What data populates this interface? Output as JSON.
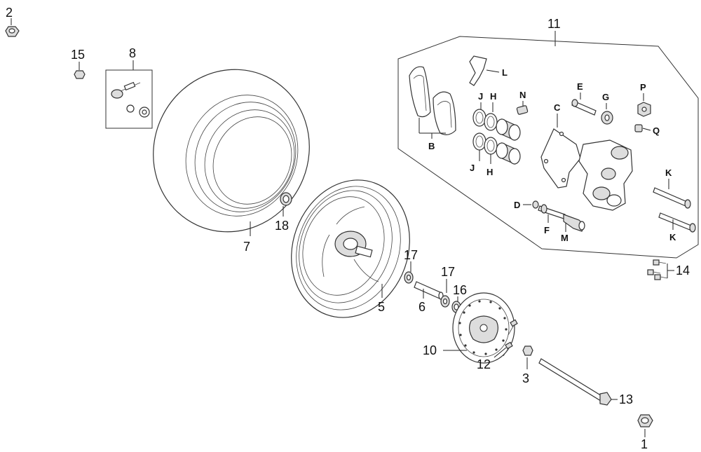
{
  "callouts": {
    "n1": "1",
    "n2": "2",
    "n3": "3",
    "n5": "5",
    "n6": "6",
    "n7": "7",
    "n8": "8",
    "n10": "10",
    "n11": "11",
    "n12": "12",
    "n13": "13",
    "n14": "14",
    "n15": "15",
    "n16": "16",
    "n17a": "17",
    "n17b": "17",
    "n18": "18"
  },
  "sub_labels": {
    "B": "B",
    "C": "C",
    "D": "D",
    "E": "E",
    "F": "F",
    "G": "G",
    "H1": "H",
    "H2": "H",
    "J1": "J",
    "J2": "J",
    "K1": "K",
    "K2": "K",
    "L": "L",
    "M": "M",
    "N": "N",
    "P": "P",
    "Q": "Q"
  }
}
